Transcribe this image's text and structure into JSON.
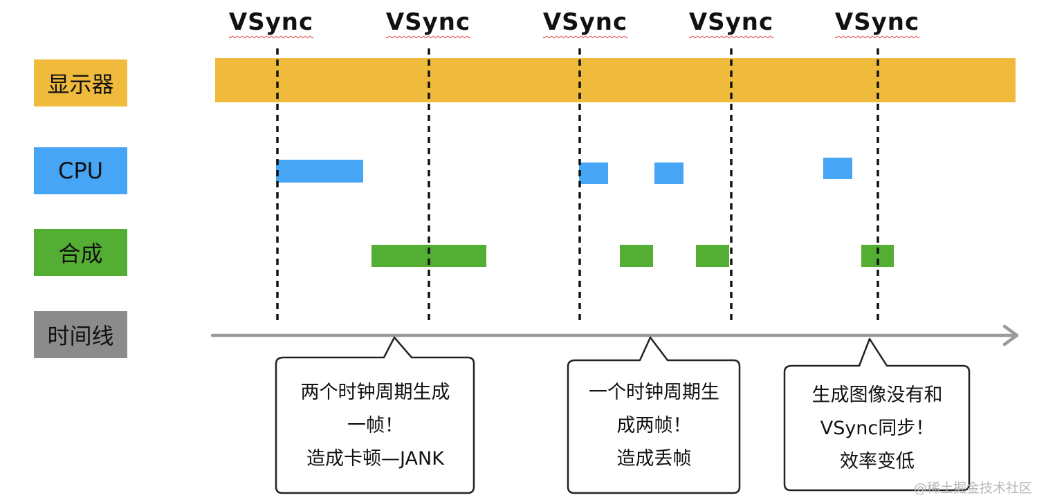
{
  "vsync_labels": [
    "VSync",
    "VSync",
    "VSync",
    "VSync",
    "VSync"
  ],
  "rows": {
    "display": "显示器",
    "cpu": "CPU",
    "compose": "合成",
    "timeline": "时间线"
  },
  "colors": {
    "display": "#f0bb3d",
    "cpu": "#47a5f5",
    "compose": "#53ae33",
    "timeline_label": "#8b8b8b",
    "axis": "#9a9a9a",
    "vsync_underline": "#e04040"
  },
  "callouts": [
    {
      "lines": [
        "两个时钟周期生成",
        "一帧！",
        "造成卡顿—JANK"
      ]
    },
    {
      "lines": [
        "一个时钟周期生",
        "成两帧！",
        "造成丢帧"
      ]
    },
    {
      "lines": [
        "生成图像没有和",
        "VSync同步！",
        "效率变低"
      ]
    }
  ],
  "watermark": "@稀土掘金技术社区"
}
